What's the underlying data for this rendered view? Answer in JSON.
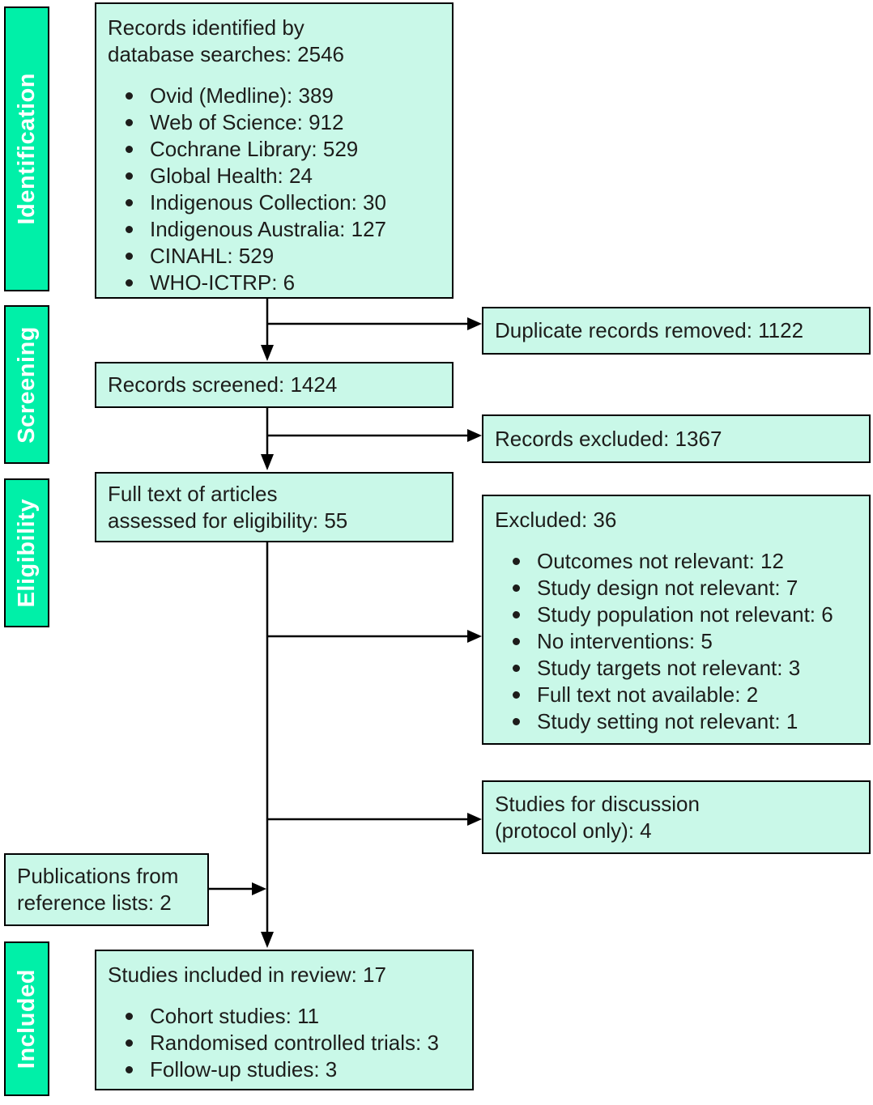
{
  "palette": {
    "stage_bar_fill": "#00F0A8",
    "box_fill": "#C9F8E8",
    "border": "#000000",
    "text": "#1D1D1B",
    "stage_label_text": "#FFFFFF"
  },
  "stages": {
    "identification": "Identification",
    "screening": "Screening",
    "eligibility": "Eligibility",
    "included": "Included"
  },
  "boxes": {
    "records_identified": {
      "title": "Records identified by\ndatabase searches: 2546",
      "bullets": [
        "Ovid (Medline): 389",
        "Web of Science: 912",
        "Cochrane Library: 529",
        "Global Health: 24",
        "Indigenous Collection: 30",
        "Indigenous Australia: 127",
        "CINAHL: 529",
        "WHO-ICTRP: 6"
      ]
    },
    "duplicates_removed": {
      "title": "Duplicate records removed: 1122"
    },
    "records_screened": {
      "title": "Records screened: 1424"
    },
    "records_excluded": {
      "title": "Records excluded: 1367"
    },
    "full_text_assessed": {
      "title": "Full text of articles\nassessed for eligibility: 55"
    },
    "excluded": {
      "title": "Excluded: 36",
      "bullets": [
        "Outcomes not relevant: 12",
        "Study design not relevant: 7",
        "Study population not relevant: 6",
        "No interventions: 5",
        "Study targets not relevant: 3",
        "Full text not available: 2",
        "Study setting not relevant: 1"
      ]
    },
    "studies_for_discussion": {
      "title": "Studies for discussion\n(protocol only): 4"
    },
    "publications_from_references": {
      "title": "Publications from\nreference lists: 2"
    },
    "studies_included": {
      "title": "Studies included in review: 17",
      "bullets": [
        "Cohort studies: 11",
        "Randomised controlled trials: 3",
        "Follow-up studies: 3"
      ]
    }
  }
}
